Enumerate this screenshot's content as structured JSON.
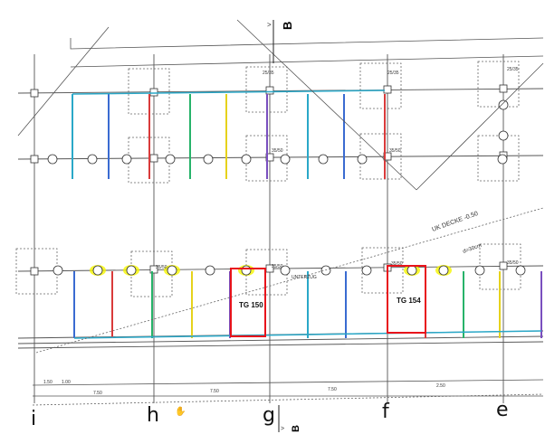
{
  "drawing": {
    "axes": [
      "i",
      "h",
      "g",
      "f",
      "e"
    ],
    "section_marker": "B",
    "slab_note": "UK DECKE -0.50",
    "slab_thickness": "d=30cm",
    "beam_label": "UNTERZUG",
    "column_sizes": [
      "25/35",
      "35/50"
    ],
    "dimensions": [
      "7.50",
      "7.50",
      "7.50",
      "2.50",
      "1.50",
      "1.00"
    ],
    "highlighted_tags": [
      {
        "label": "TG 150",
        "color": "#e8131b"
      },
      {
        "label": "TG 154",
        "color": "#e8131b"
      }
    ],
    "highlight_color": "#f5f500"
  }
}
